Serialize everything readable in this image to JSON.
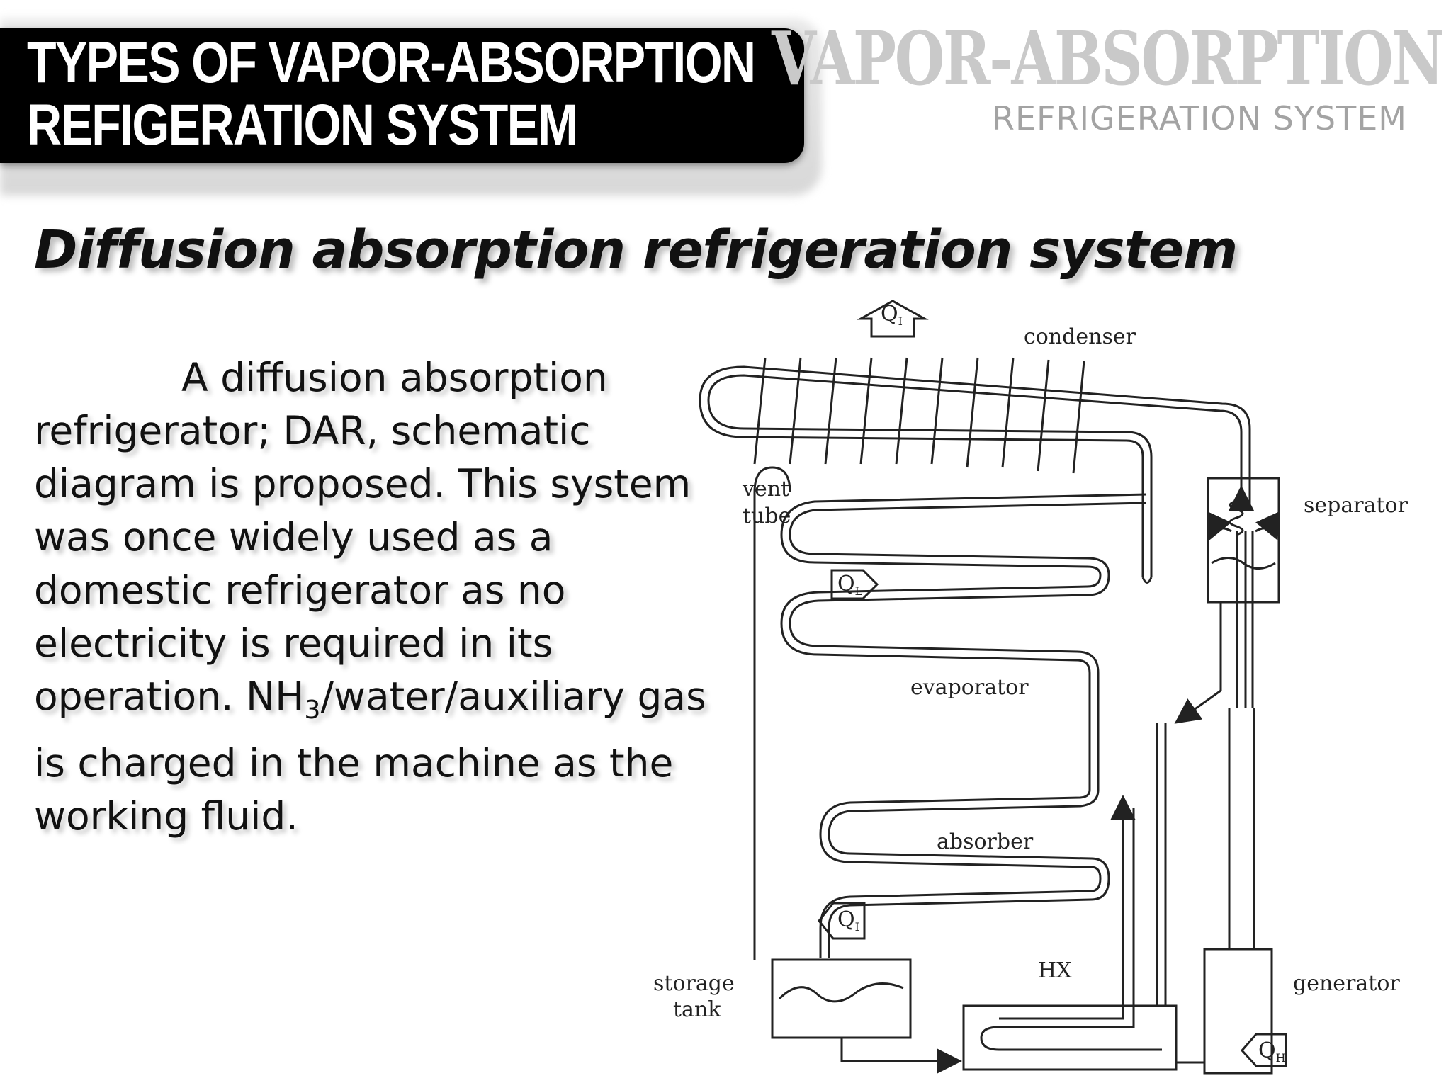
{
  "header": {
    "title_line1": "TYPES OF VAPOR-ABSORPTION",
    "title_line2": "REFIGERATION SYSTEM",
    "brand_title": "VAPOR-ABSORPTION",
    "brand_subtitle": "REFRIGERATION SYSTEM"
  },
  "subtitle": "Diffusion absorption refrigeration system",
  "body": {
    "line1": "A diffusion absorption",
    "text_before_sub": "refrigerator; DAR, schematic diagram is proposed. This system was once widely used as a domestic refrigerator as no electricity is required in its operation. NH",
    "subscript": "3",
    "text_after_sub": "/water/auxiliary gas is charged in the machine as the working fluid."
  },
  "diagram": {
    "labels": {
      "condenser": "condenser",
      "vent_tube_1": "vent",
      "vent_tube_2": "tube",
      "separator": "separator",
      "evaporator": "evaporator",
      "absorber": "absorber",
      "storage_tank_1": "storage",
      "storage_tank_2": "tank",
      "hx": "HX",
      "generator": "generator"
    },
    "heat": {
      "q_condenser": "Q",
      "q_condenser_sub": "I",
      "q_evaporator": "Q",
      "q_evaporator_sub": "L",
      "q_absorber": "Q",
      "q_absorber_sub": "I",
      "q_generator": "Q",
      "q_generator_sub": "H"
    }
  }
}
